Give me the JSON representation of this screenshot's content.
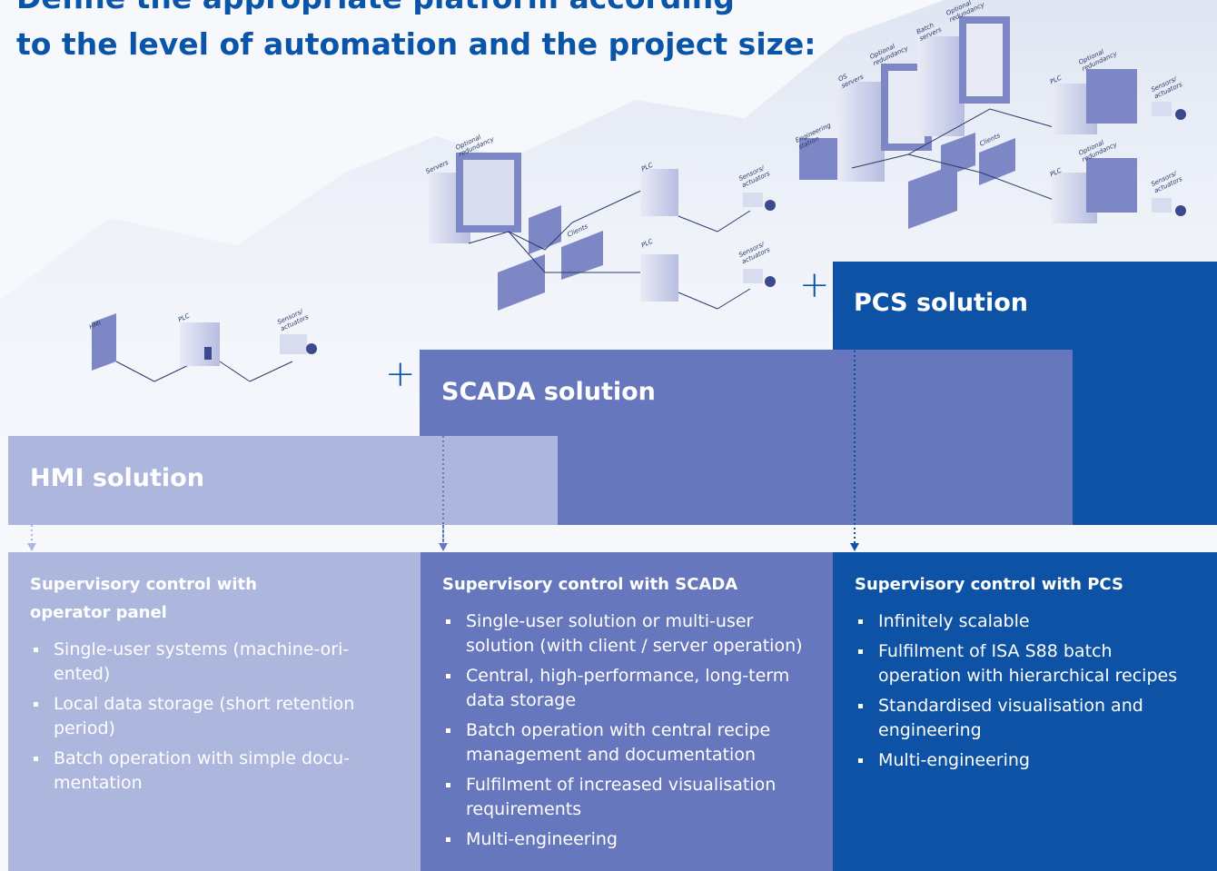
{
  "title": "Define the appropriate platform according\nto the level of automation and the project size:",
  "colors": {
    "hmi": "#adb6dd",
    "scada": "#6677be",
    "pcs": "#0d52a5",
    "accent": "#0a55a8"
  },
  "solutions": {
    "hmi": {
      "label": "HMI solution"
    },
    "scada": {
      "label": "SCADA solution"
    },
    "pcs": {
      "label": "PCS solution"
    }
  },
  "plus_sign": "+",
  "diagram_labels": {
    "hmi": "HMI",
    "plc": "PLC",
    "sensors": "Sensors/\nactuators",
    "servers": "Servers",
    "optional_redundancy": "Optional\nredundancy",
    "clients": "Clients",
    "os_servers": "OS\nservers",
    "batch_servers": "Batch\nservers",
    "engineering_station": "Engineering\nstation"
  },
  "columns": {
    "hmi": {
      "heading": "Supervisory control with operator panel",
      "items": [
        "Single-user systems (machine-ori-ented)",
        "Local data storage (short retention period)",
        "Batch operation with simple docu-mentation"
      ]
    },
    "scada": {
      "heading": "Supervisory control with SCADA",
      "items": [
        "Single-user solution or multi-user solution (with client / server operation)",
        "Central, high-performance, long-term data storage",
        "Batch operation with central recipe management and documentation",
        "Fulfilment of increased visualisation requirements",
        "Multi-engineering"
      ]
    },
    "pcs": {
      "heading": "Supervisory control with PCS",
      "items": [
        "Infinitely scalable",
        "Fulfilment of ISA S88 batch operation with hierarchical recipes",
        "Standardised visualisation and engineering",
        "Multi-engineering"
      ]
    }
  }
}
